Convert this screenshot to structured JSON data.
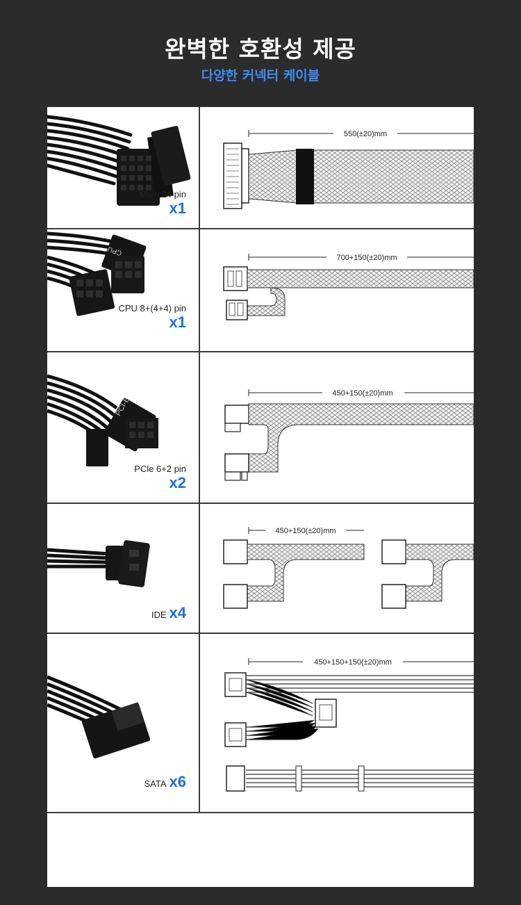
{
  "header": {
    "title": "완벽한 호환성 제공",
    "subtitle": "다양한 커넥터 케이블"
  },
  "colors": {
    "accent": "#1f6fe0",
    "background": "#2b2b2b",
    "panel": "#ffffff"
  },
  "rows": [
    {
      "name": "Main 24 pin",
      "qty": "x1",
      "length": "550(±20)mm"
    },
    {
      "name": "CPU 8+(4+4) pin",
      "qty": "x1",
      "length": "700+150(±20)mm"
    },
    {
      "name": "PCle 6+2 pin",
      "qty": "x2",
      "length": "450+150(±20)mm",
      "connector_text": "PCI-E"
    },
    {
      "name": "IDE",
      "qty": "x4",
      "length": "450+150(±20)mm"
    },
    {
      "name": "SATA",
      "qty": "x6",
      "length": "450+150+150(±20)mm"
    }
  ],
  "connector_text": {
    "cpu": "CPU"
  }
}
